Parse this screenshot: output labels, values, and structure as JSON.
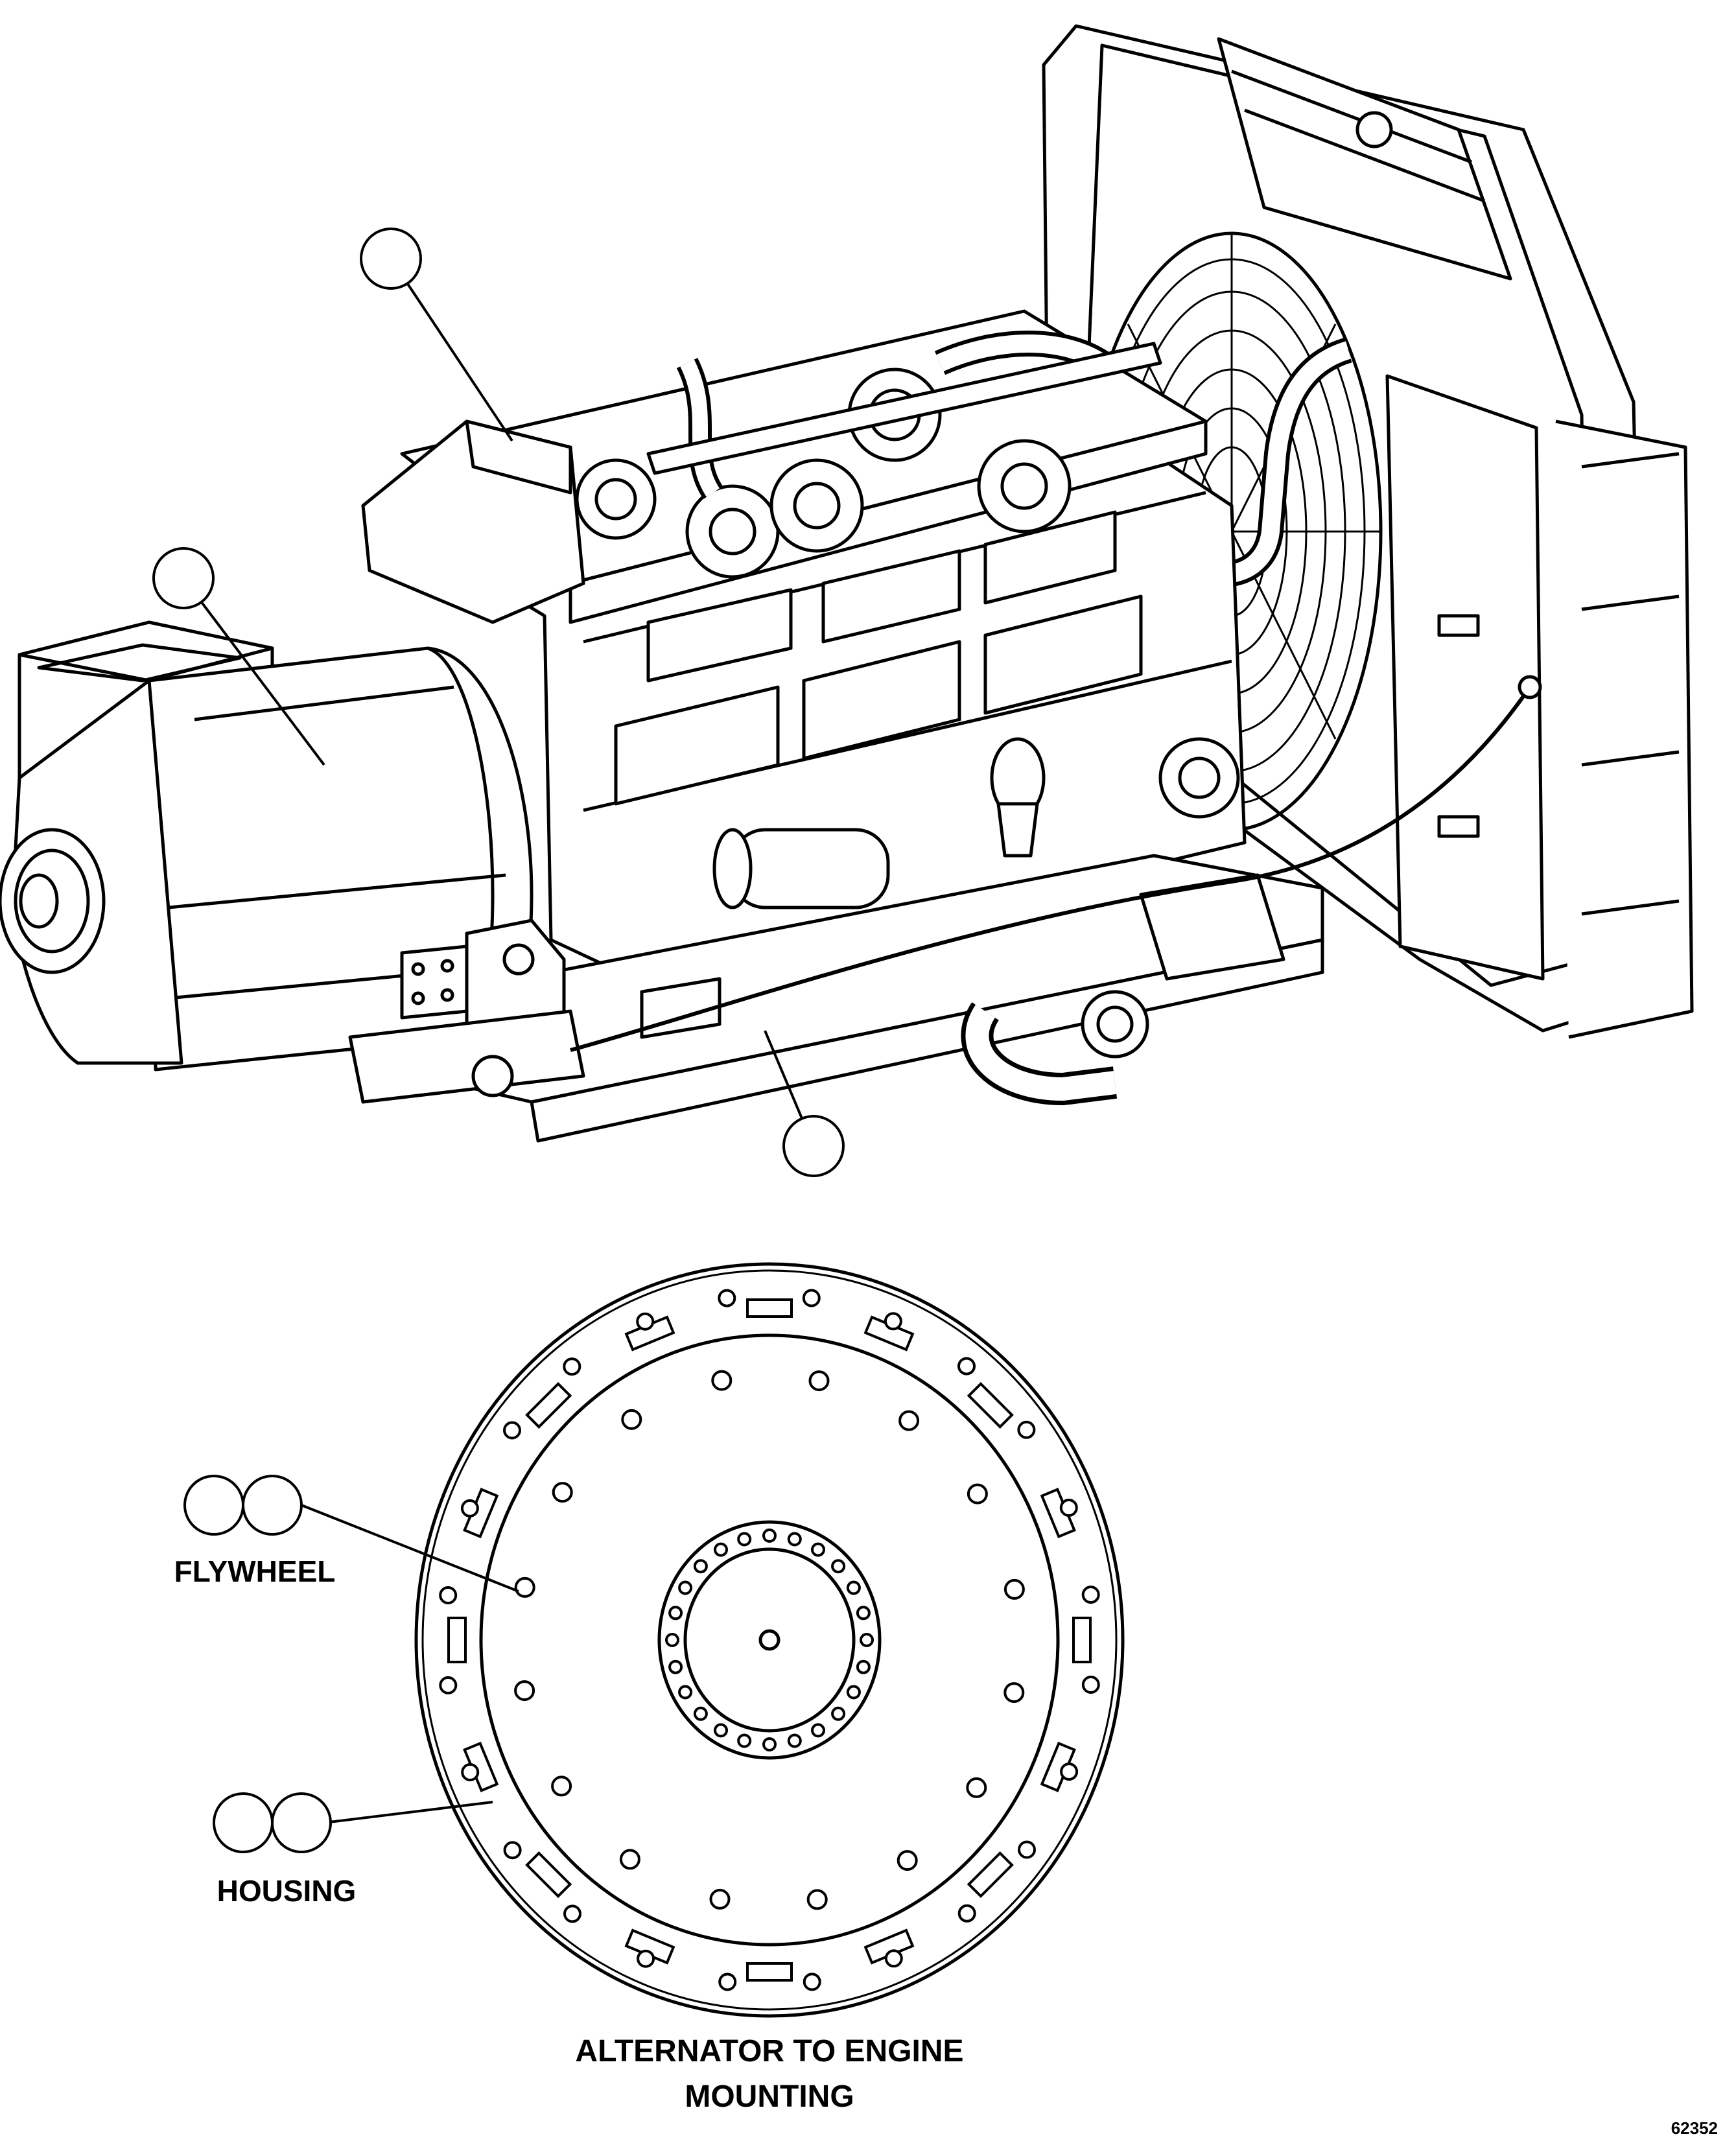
{
  "labels": {
    "flywheel": "FLYWHEEL",
    "housing": "HOUSING",
    "caption_line1": "ALTERNATOR TO ENGINE",
    "caption_line2": "MOUNTING",
    "figure_number": "62352"
  },
  "colors": {
    "line": "#000000",
    "background": "#ffffff"
  }
}
